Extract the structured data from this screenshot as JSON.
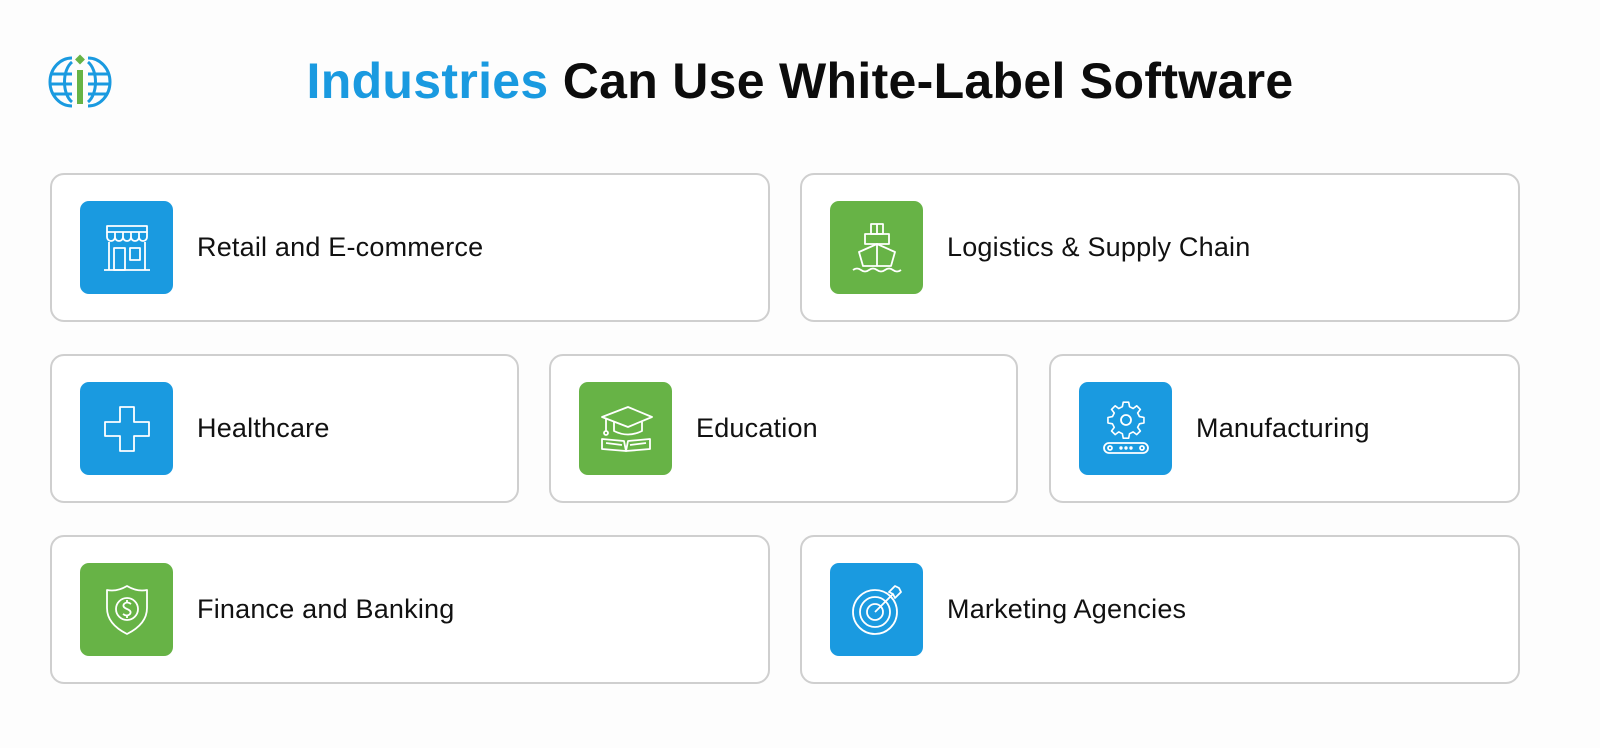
{
  "header": {
    "title_accent": "Industries",
    "title_rest": " Can Use White-Label Software"
  },
  "colors": {
    "blue": "#1a9ae0",
    "green": "#67b346",
    "border": "#cfcfcf"
  },
  "cards": [
    {
      "label": "Retail and E-commerce",
      "icon": "storefront-icon",
      "color": "blue"
    },
    {
      "label": "Logistics & Supply Chain",
      "icon": "cargo-ship-icon",
      "color": "green"
    },
    {
      "label": "Healthcare",
      "icon": "medical-cross-icon",
      "color": "blue"
    },
    {
      "label": "Education",
      "icon": "graduation-cap-book-icon",
      "color": "green"
    },
    {
      "label": "Manufacturing",
      "icon": "gear-conveyor-icon",
      "color": "blue"
    },
    {
      "label": "Finance and Banking",
      "icon": "shield-dollar-icon",
      "color": "green"
    },
    {
      "label": "Marketing Agencies",
      "icon": "target-arrow-icon",
      "color": "blue"
    }
  ]
}
